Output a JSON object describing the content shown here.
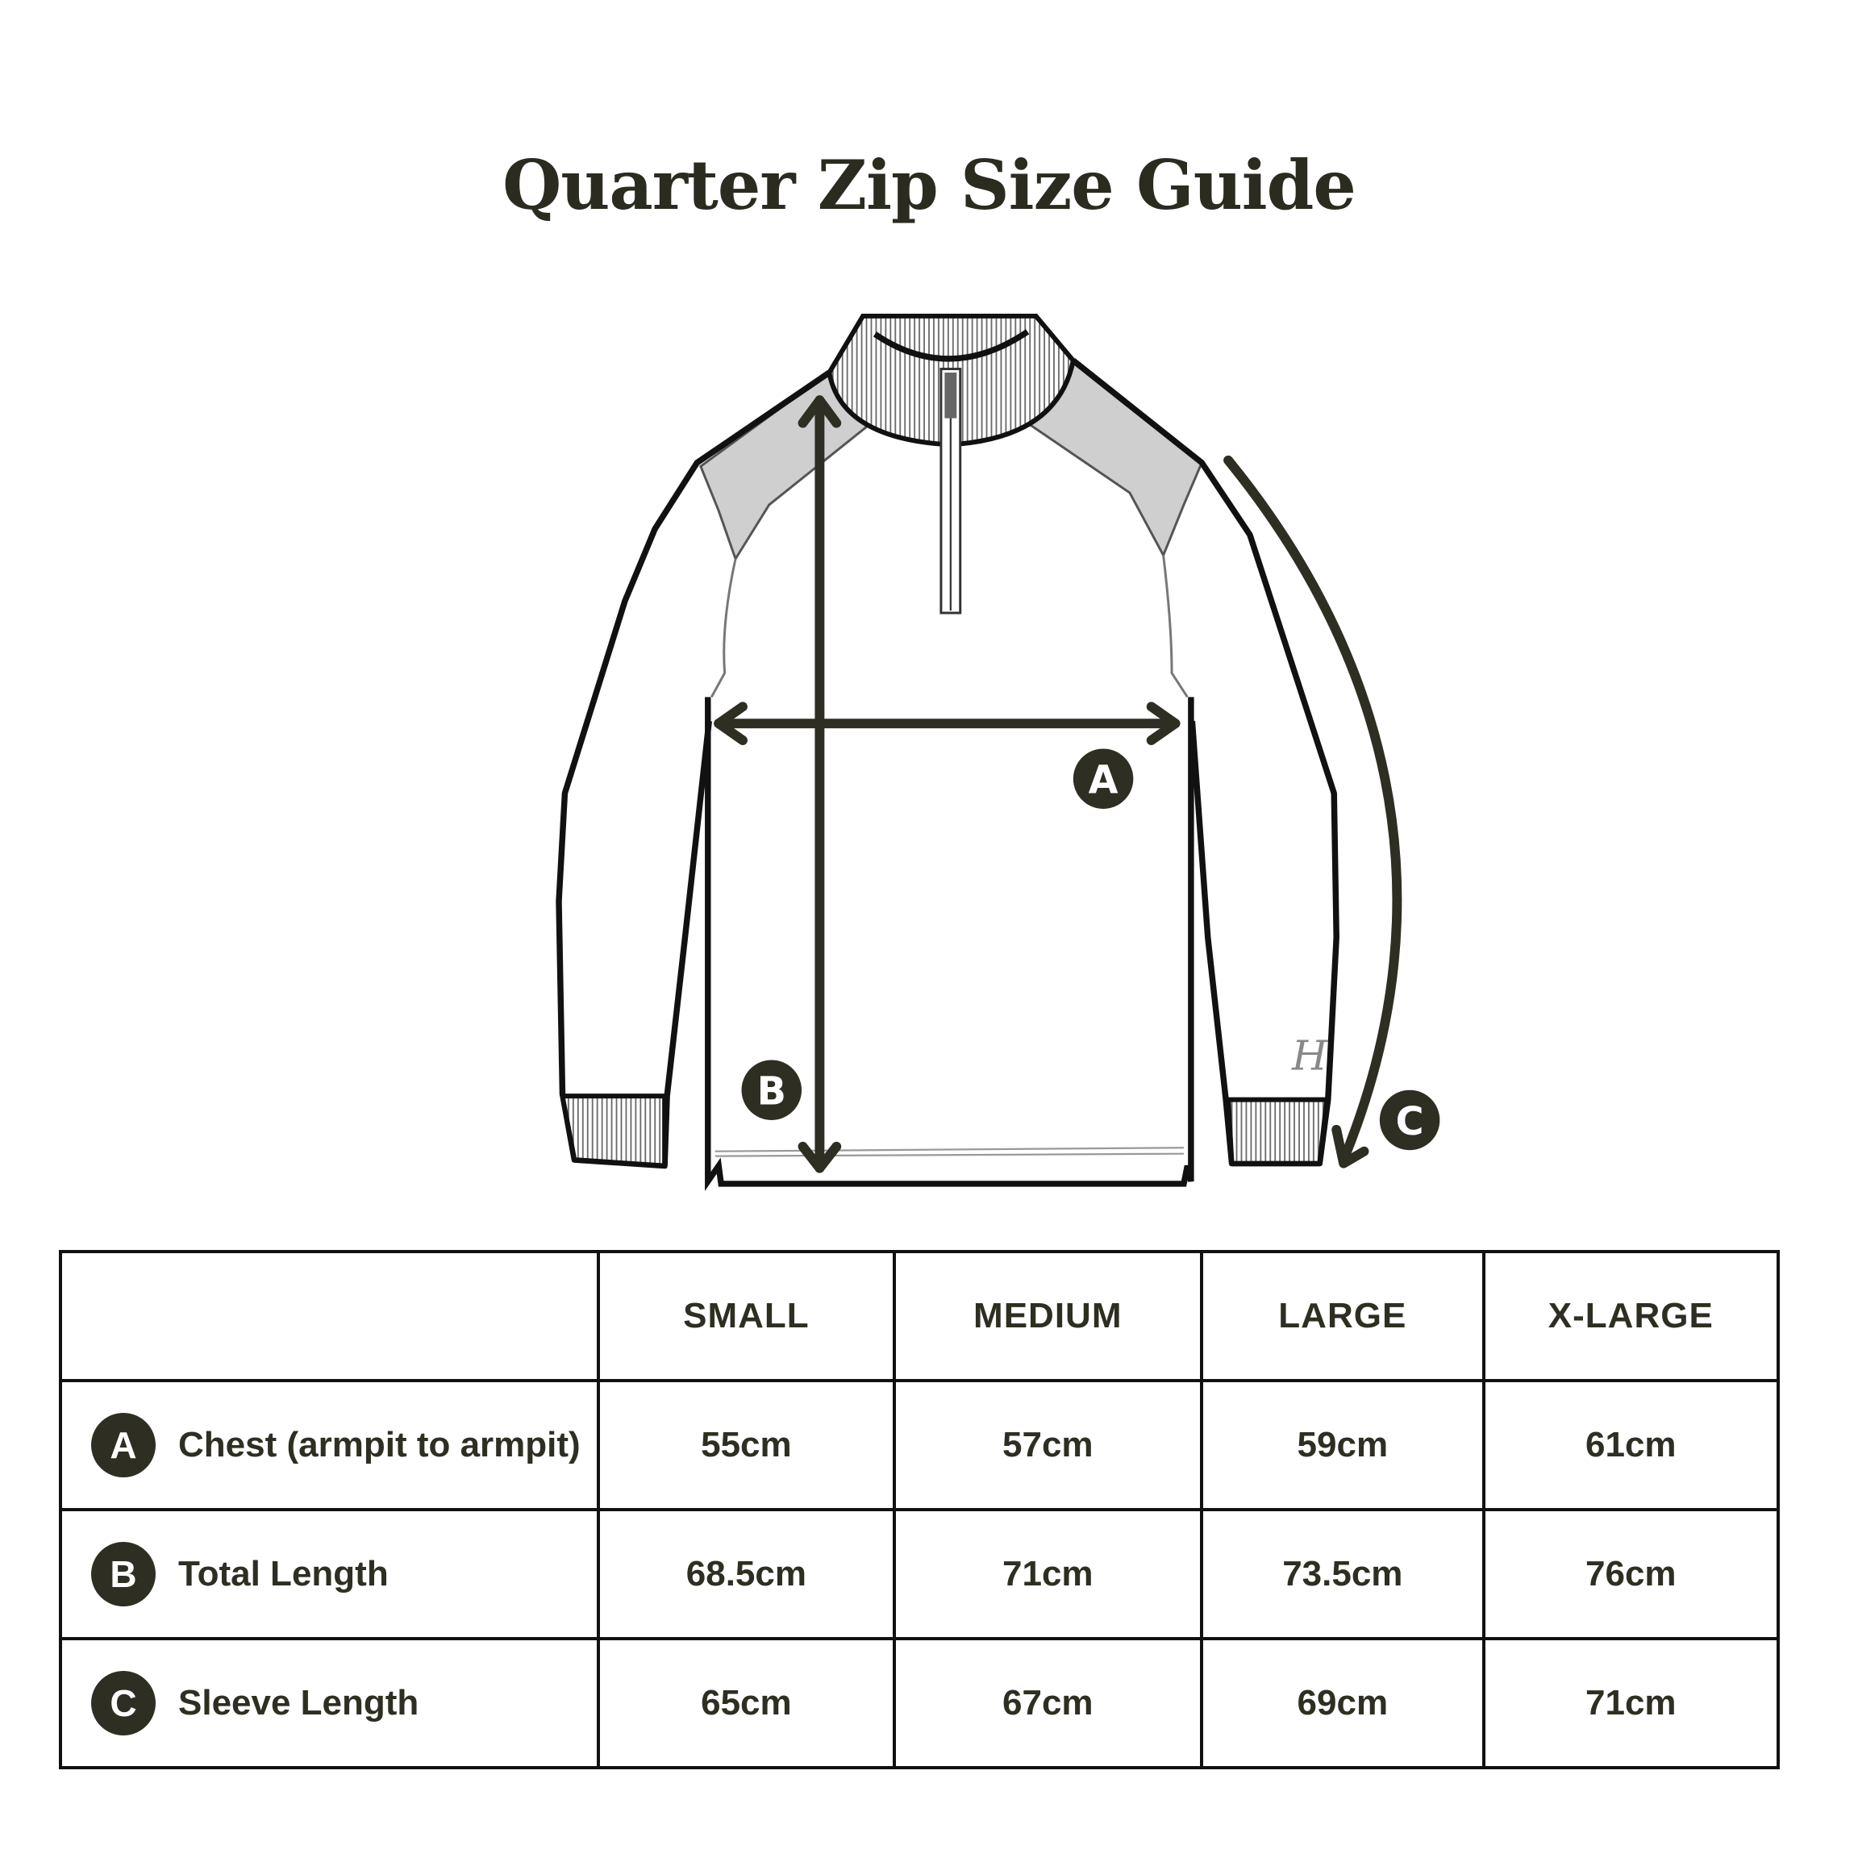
{
  "title": "Quarter Zip Size Guide",
  "diagram": {
    "badges": [
      "A",
      "B",
      "C"
    ],
    "logo_text": "H"
  },
  "table": {
    "columns": [
      "",
      "SMALL",
      "MEDIUM",
      "LARGE",
      "X-LARGE"
    ],
    "rows": [
      {
        "badge": "A",
        "label": "Chest (armpit to armpit)",
        "values": [
          "55cm",
          "57cm",
          "59cm",
          "61cm"
        ]
      },
      {
        "badge": "B",
        "label": "Total Length",
        "values": [
          "68.5cm",
          "71cm",
          "73.5cm",
          "76cm"
        ]
      },
      {
        "badge": "C",
        "label": "Sleeve Length",
        "values": [
          "65cm",
          "67cm",
          "69cm",
          "71cm"
        ]
      }
    ]
  },
  "colors": {
    "ink": "#2e2e22",
    "panel": "#cfcfcf",
    "outline": "#111111"
  }
}
